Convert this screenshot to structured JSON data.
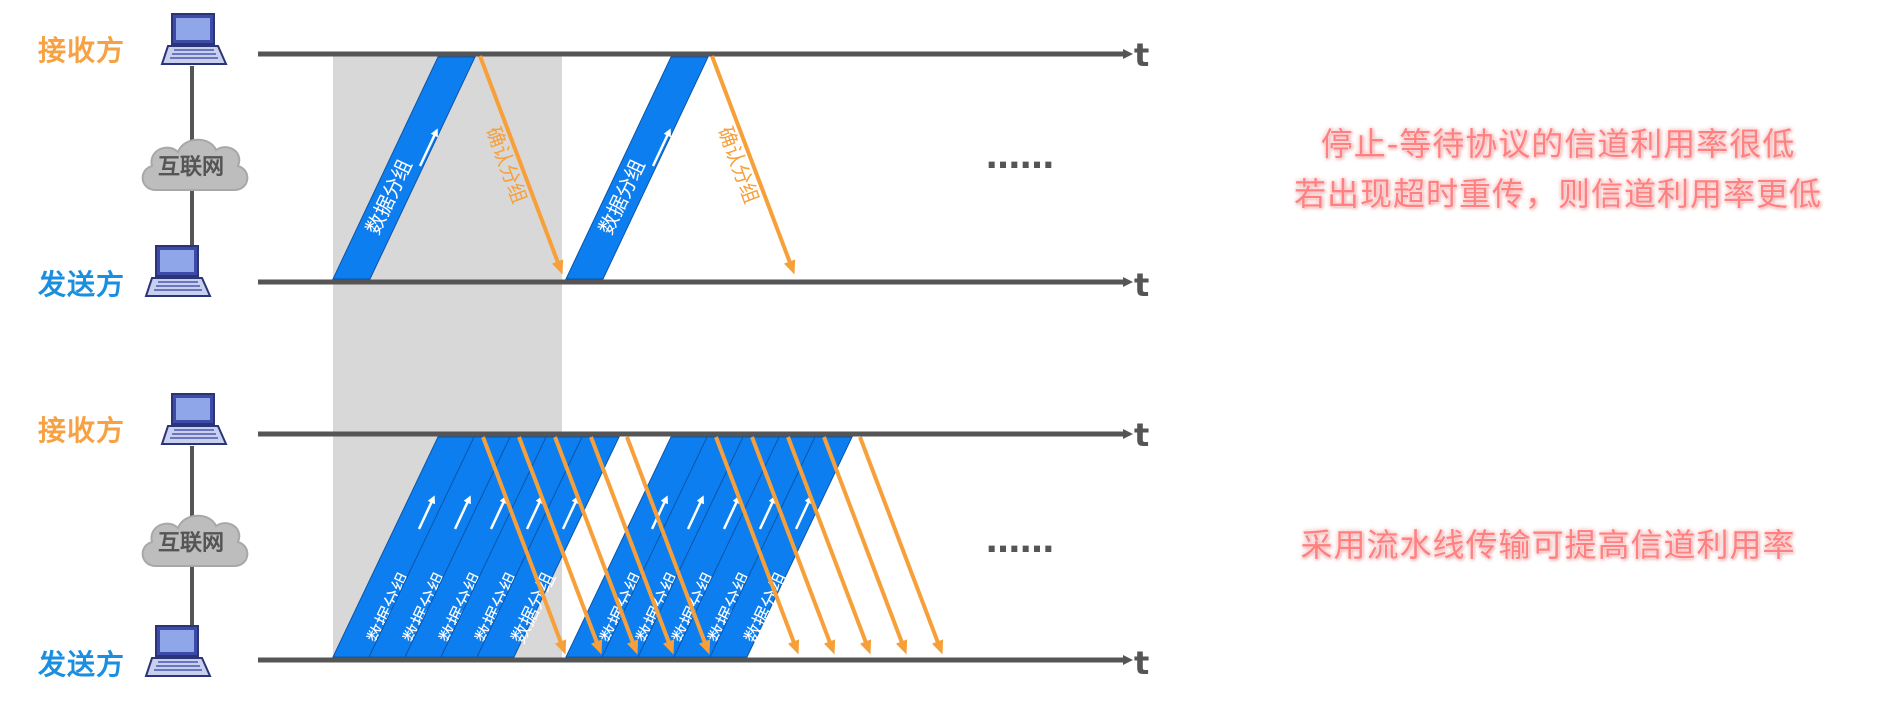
{
  "labels": {
    "receiver": "接收方",
    "sender": "发送方",
    "internet": "互联网",
    "time_axis": "t",
    "data_packet": "数据分组",
    "ack_packet": "确认分组",
    "ellipsis": "……"
  },
  "notes": {
    "stop_wait_line1": "停止-等待协议的信道利用率很低",
    "stop_wait_line2": "若出现超时重传，则信道利用率更低",
    "pipeline": "采用流水线传输可提高信道利用率"
  },
  "colors": {
    "receiver_text": "#f7a142",
    "sender_text": "#1a8fe0",
    "data_packet_fill": "#0d7ef0",
    "ack_arrow": "#f7a03a",
    "timeline": "#555555",
    "highlight_band": "#d8d8d8",
    "note_text": "#ff8080"
  },
  "icons": {
    "host": "laptop-icon",
    "network": "cloud-icon"
  },
  "diagrams": [
    {
      "id": "stop-and-wait",
      "data_packets": 2,
      "ack_packets": 2
    },
    {
      "id": "pipeline",
      "data_packets": 10,
      "ack_packets": 10
    }
  ]
}
